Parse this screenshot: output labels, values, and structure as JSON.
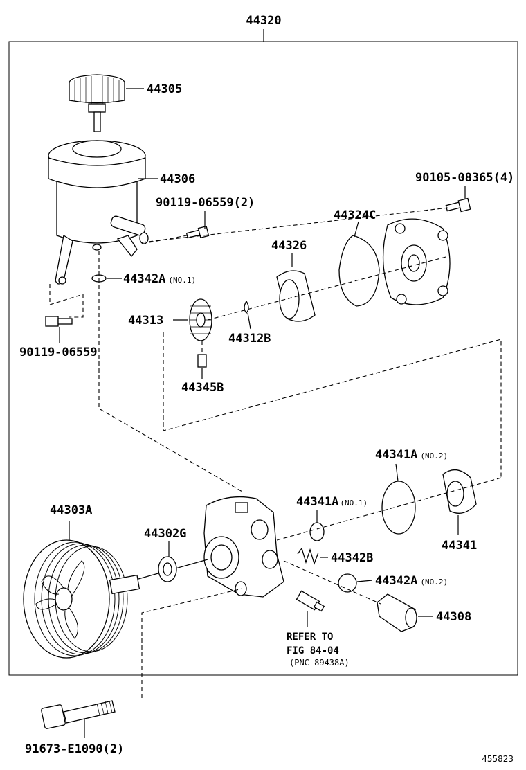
{
  "diagram": {
    "assembly_label": "44320",
    "figure_number": "455823",
    "refer_note": {
      "line1": "REFER TO",
      "line2": "FIG 84-04",
      "line3": "(PNC 89438A)"
    },
    "callouts": [
      {
        "id": "44305",
        "main": "44305",
        "suffix": ""
      },
      {
        "id": "44306",
        "main": "44306",
        "suffix": ""
      },
      {
        "id": "90119-06559-2",
        "main": "90119-06559(2)",
        "suffix": ""
      },
      {
        "id": "44342A-no1",
        "main": "44342A",
        "suffix": "(NO.1)"
      },
      {
        "id": "90119-06559",
        "main": "90119-06559",
        "suffix": ""
      },
      {
        "id": "44313",
        "main": "44313",
        "suffix": ""
      },
      {
        "id": "44345B",
        "main": "44345B",
        "suffix": ""
      },
      {
        "id": "44312B",
        "main": "44312B",
        "suffix": ""
      },
      {
        "id": "44326",
        "main": "44326",
        "suffix": ""
      },
      {
        "id": "44324C",
        "main": "44324C",
        "suffix": ""
      },
      {
        "id": "90105-08365-4",
        "main": "90105-08365(4)",
        "suffix": ""
      },
      {
        "id": "44341A-no2",
        "main": "44341A",
        "suffix": "(NO.2)"
      },
      {
        "id": "44341A-no1",
        "main": "44341A",
        "suffix": "(NO.1)"
      },
      {
        "id": "44341",
        "main": "44341",
        "suffix": ""
      },
      {
        "id": "44342B",
        "main": "44342B",
        "suffix": ""
      },
      {
        "id": "44342A-no2",
        "main": "44342A",
        "suffix": "(NO.2)"
      },
      {
        "id": "44308",
        "main": "44308",
        "suffix": ""
      },
      {
        "id": "44303A",
        "main": "44303A",
        "suffix": ""
      },
      {
        "id": "44302G",
        "main": "44302G",
        "suffix": ""
      },
      {
        "id": "91673-E1090-2",
        "main": "91673-E1090(2)",
        "suffix": ""
      }
    ]
  }
}
